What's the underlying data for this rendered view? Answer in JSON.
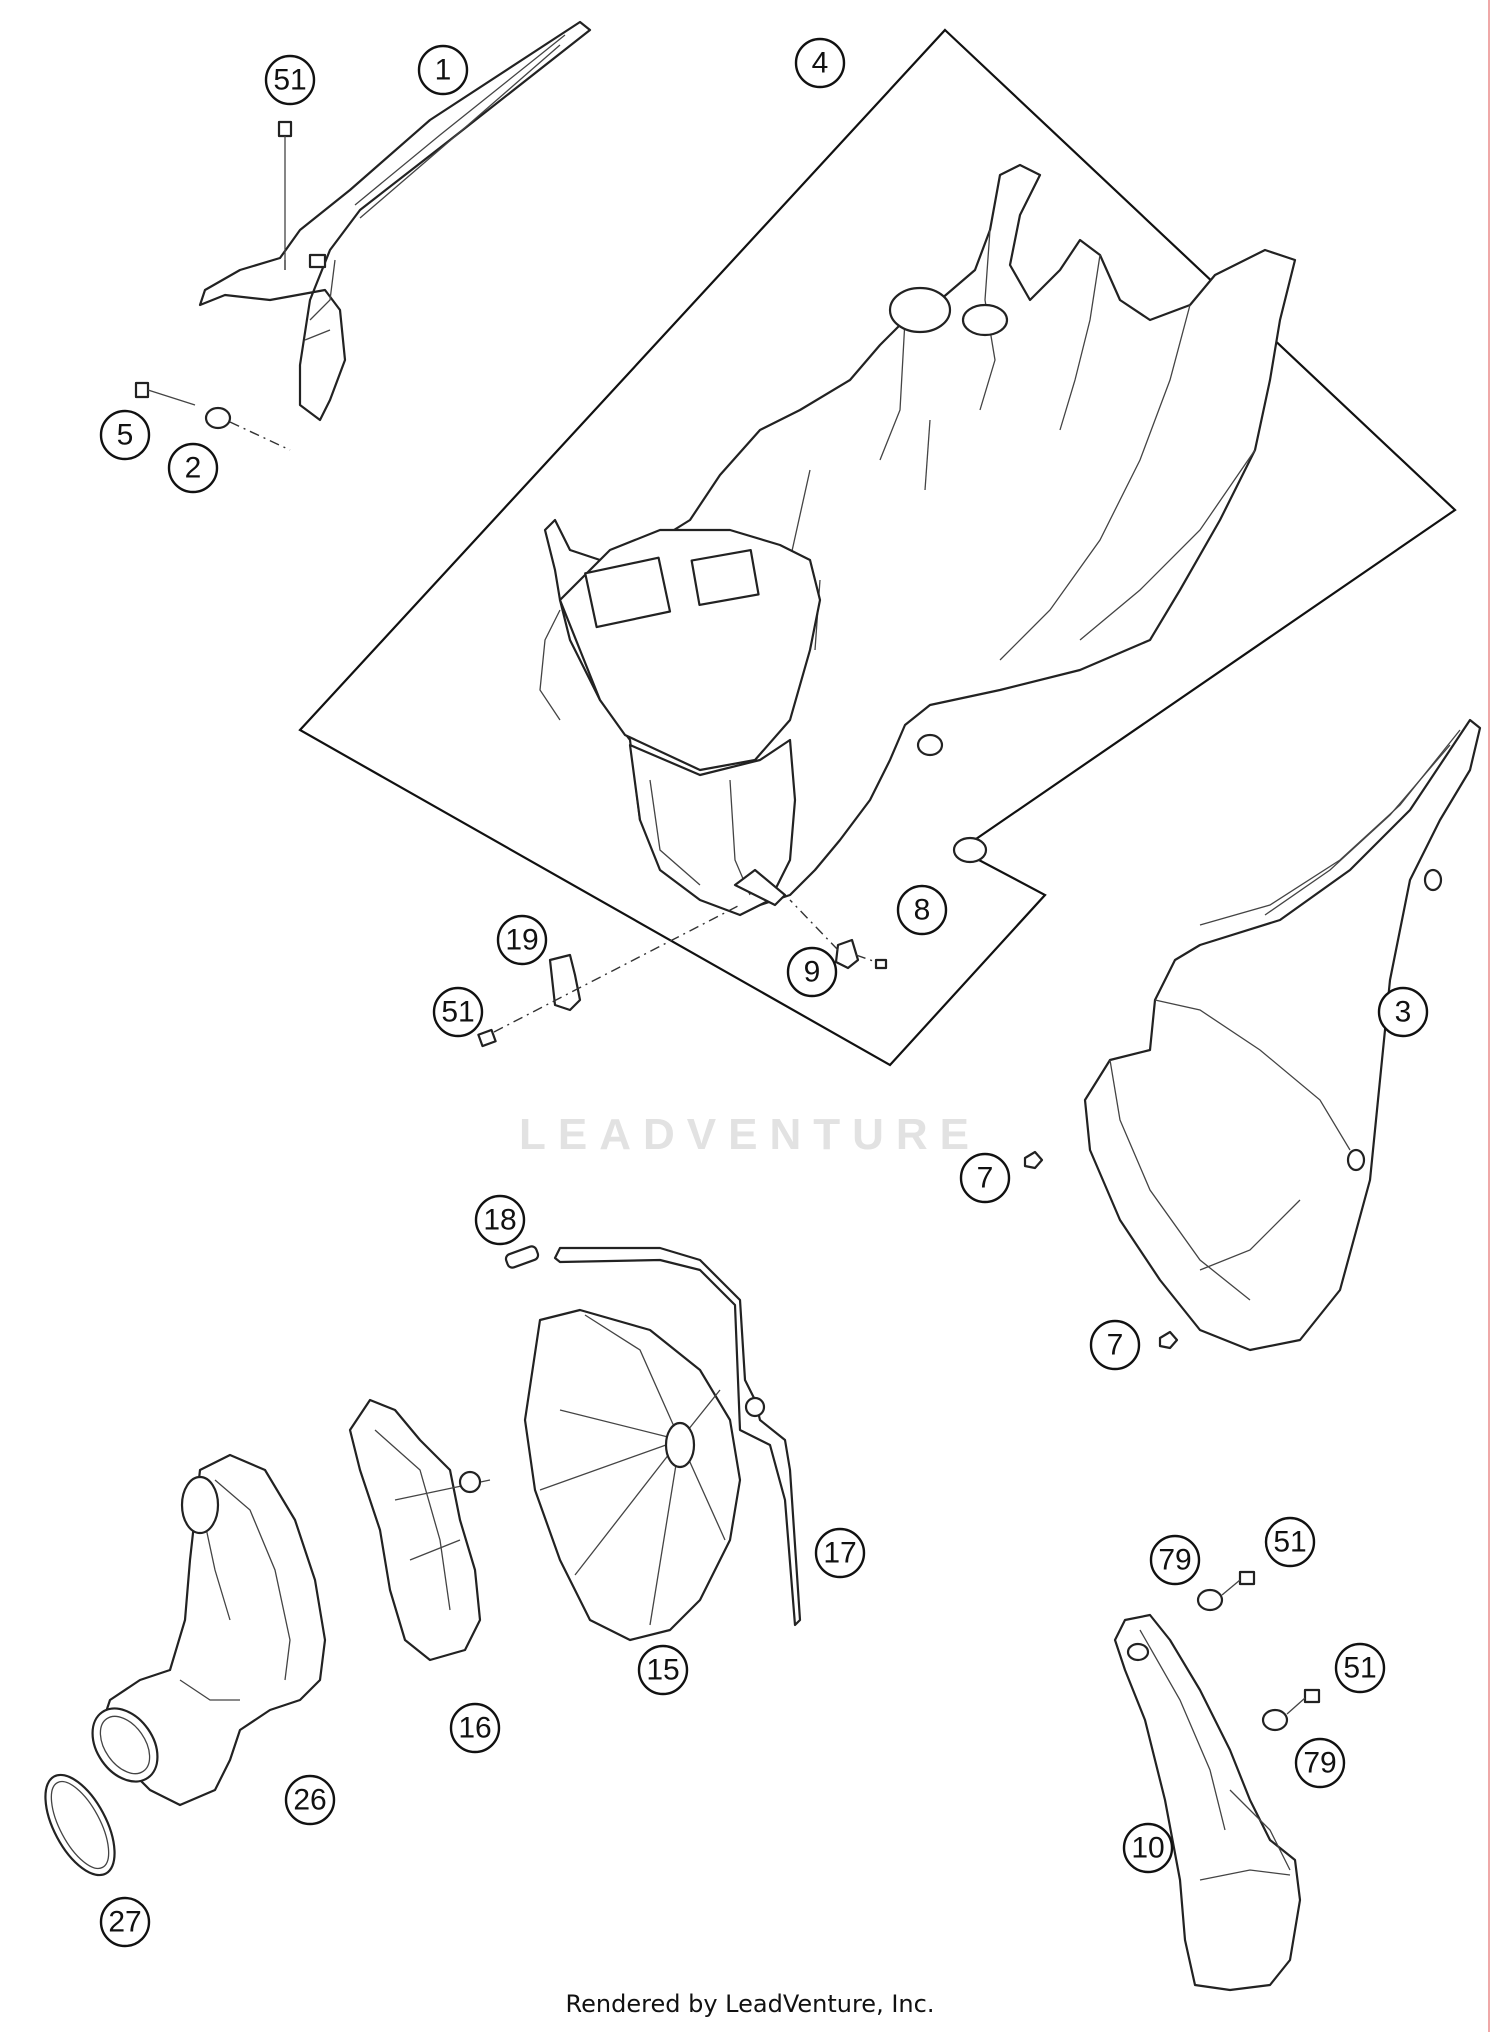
{
  "watermark_text": "LEADVENTURE",
  "credit_text": "Rendered by LeadVenture, Inc.",
  "colors": {
    "line": "#222222",
    "background": "#ffffff",
    "watermark": "#e2e2e2",
    "edge": "#f0a8a8"
  },
  "callouts": [
    {
      "id": "c1",
      "label": "1"
    },
    {
      "id": "c51a",
      "label": "51"
    },
    {
      "id": "c5",
      "label": "5"
    },
    {
      "id": "c2",
      "label": "2"
    },
    {
      "id": "c4",
      "label": "4"
    },
    {
      "id": "c19",
      "label": "19"
    },
    {
      "id": "c51b",
      "label": "51"
    },
    {
      "id": "c9",
      "label": "9"
    },
    {
      "id": "c8",
      "label": "8"
    },
    {
      "id": "c3",
      "label": "3"
    },
    {
      "id": "c7a",
      "label": "7"
    },
    {
      "id": "c7b",
      "label": "7"
    },
    {
      "id": "c18",
      "label": "18"
    },
    {
      "id": "c17",
      "label": "17"
    },
    {
      "id": "c15",
      "label": "15"
    },
    {
      "id": "c16",
      "label": "16"
    },
    {
      "id": "c26",
      "label": "26"
    },
    {
      "id": "c27",
      "label": "27"
    },
    {
      "id": "c79a",
      "label": "79"
    },
    {
      "id": "c51c",
      "label": "51"
    },
    {
      "id": "c51d",
      "label": "51"
    },
    {
      "id": "c79b",
      "label": "79"
    },
    {
      "id": "c10",
      "label": "10"
    }
  ]
}
